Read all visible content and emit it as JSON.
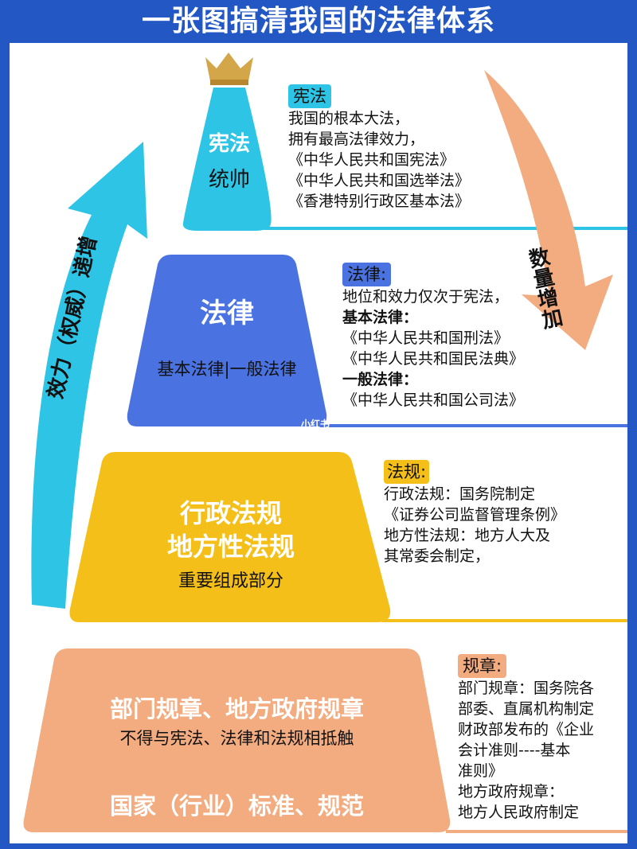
{
  "title": "一张图搞清我国的法律体系",
  "colors": {
    "border": "#2358c4",
    "constitution": "#2ec4e6",
    "law": "#4a72e0",
    "regulation": "#f5bf1a",
    "rules": "#f3ab80"
  },
  "arrows": {
    "left_label": "效力（权威）递增",
    "right_label": "数量增加"
  },
  "levels": [
    {
      "shape_lines": [
        "宪法",
        "统帅"
      ],
      "tag": "宪法",
      "desc": [
        "我国的根本大法，",
        "拥有最高法律效力，",
        "《中华人民共和国宪法》",
        "《中华人民共和国选举法》",
        "《香港特别行政区基本法》"
      ],
      "icon": "crown-icon"
    },
    {
      "shape_lines": [
        "法律",
        "基本法律|一般法律"
      ],
      "tag": "法律:",
      "desc": [
        "地位和效力仅次于宪法，",
        "基本法律：",
        "《中华人民共和国刑法》",
        "《中华人民共和国民法典》",
        "一般法律：",
        "《中华人民共和国公司法》"
      ]
    },
    {
      "shape_lines": [
        "行政法规",
        "地方性法规",
        "重要组成部分"
      ],
      "tag": "法规:",
      "desc": [
        "行政法规：国务院制定",
        "《证券公司监督管理条例》",
        "地方性法规：地方人大及",
        "其常委会制定，"
      ]
    },
    {
      "shape_lines": [
        "部门规章、地方政府规章",
        "不得与宪法、法律和法规相抵触",
        "国家（行业）标准、规范"
      ],
      "tag": "规章:",
      "desc": [
        "部门规章：国务院各",
        "部委、直属机构制定",
        "财政部发布的《企业",
        "会计准则----基本",
        "准则》",
        "地方政府规章：",
        "地方人民政府制定"
      ]
    }
  ],
  "watermark": "小红书"
}
